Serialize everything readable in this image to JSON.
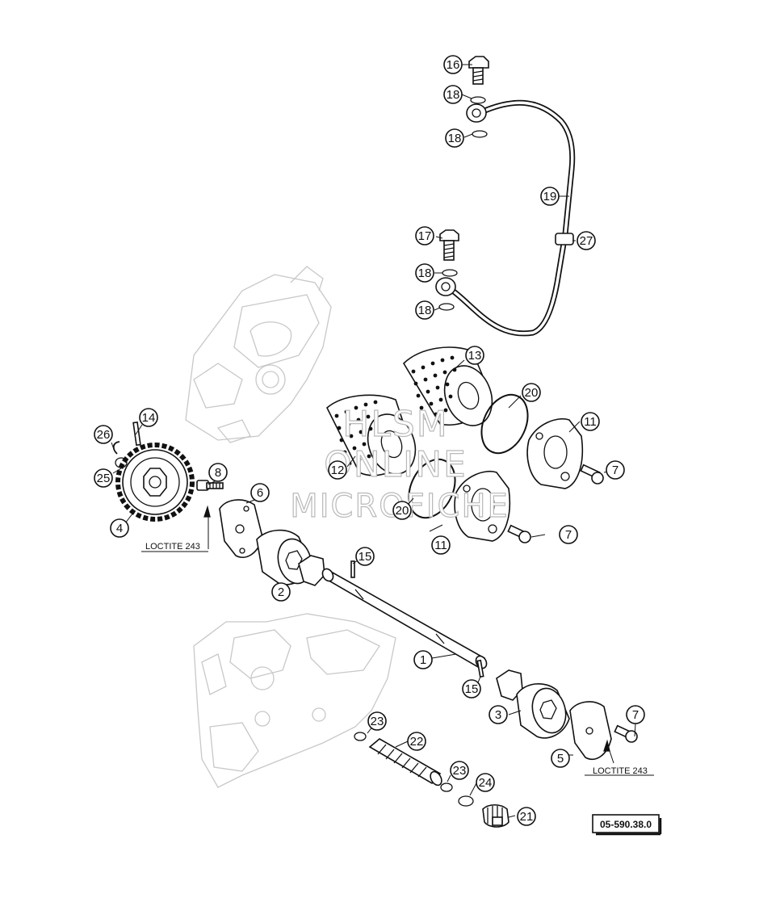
{
  "callouts": [
    "16",
    "18",
    "18",
    "19",
    "27",
    "17",
    "18",
    "18",
    "13",
    "20",
    "11",
    "7",
    "12",
    "20",
    "11",
    "7",
    "14",
    "26",
    "25",
    "4",
    "8",
    "6",
    "15",
    "2",
    "1",
    "15",
    "3",
    "7",
    "5",
    "23",
    "22",
    "23",
    "24",
    "21"
  ],
  "labels": {
    "loctite_left": "LOCTITE 243",
    "loctite_right": "LOCTITE 243"
  },
  "reference_number": "05-590.38.0",
  "watermark": {
    "line1": "HLSM",
    "line2": "ONLINE",
    "line3": "MICROFICHE"
  }
}
